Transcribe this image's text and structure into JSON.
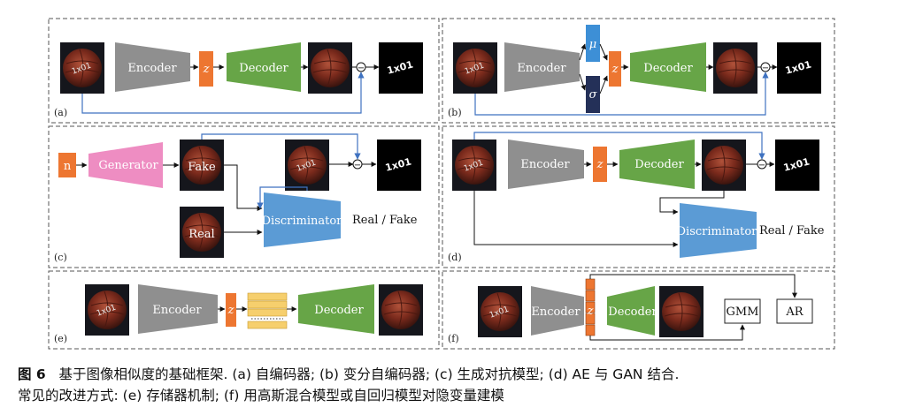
{
  "labels": {
    "encoder": "Encoder",
    "decoder": "Decoder",
    "generator": "Generator",
    "discriminator": "Discriminator",
    "z": "z",
    "mu": "μ",
    "sigma": "σ",
    "n": "n",
    "fake": "Fake",
    "real": "Real",
    "real_fake": "Real / Fake",
    "gmm": "GMM",
    "ar": "AR",
    "minus": "−",
    "sample_code": "1x01"
  },
  "panels": {
    "a": "(a)",
    "b": "(b)",
    "c": "(c)",
    "d": "(d)",
    "e": "(e)",
    "f": "(f)"
  },
  "caption": {
    "fig": "图 6",
    "line1": "基于图像相似度的基础框架. (a) 自编码器; (b) 变分自编码器; (c) 生成对抗模型; (d) AE 与 GAN 结合.",
    "line2": "常见的改进方式: (e) 存储器机制; (f) 用高斯混合模型或自回归模型对隐变量建模"
  },
  "colors": {
    "encoder": "#8f8f8f",
    "decoder": "#67a547",
    "z": "#ed7631",
    "mu": "#3d8fd6",
    "sigma": "#243058",
    "generator": "#ee8dc2",
    "discriminator": "#5b9bd5",
    "memory": "#f6cf6d",
    "arrow_blue": "#3f72c0"
  }
}
